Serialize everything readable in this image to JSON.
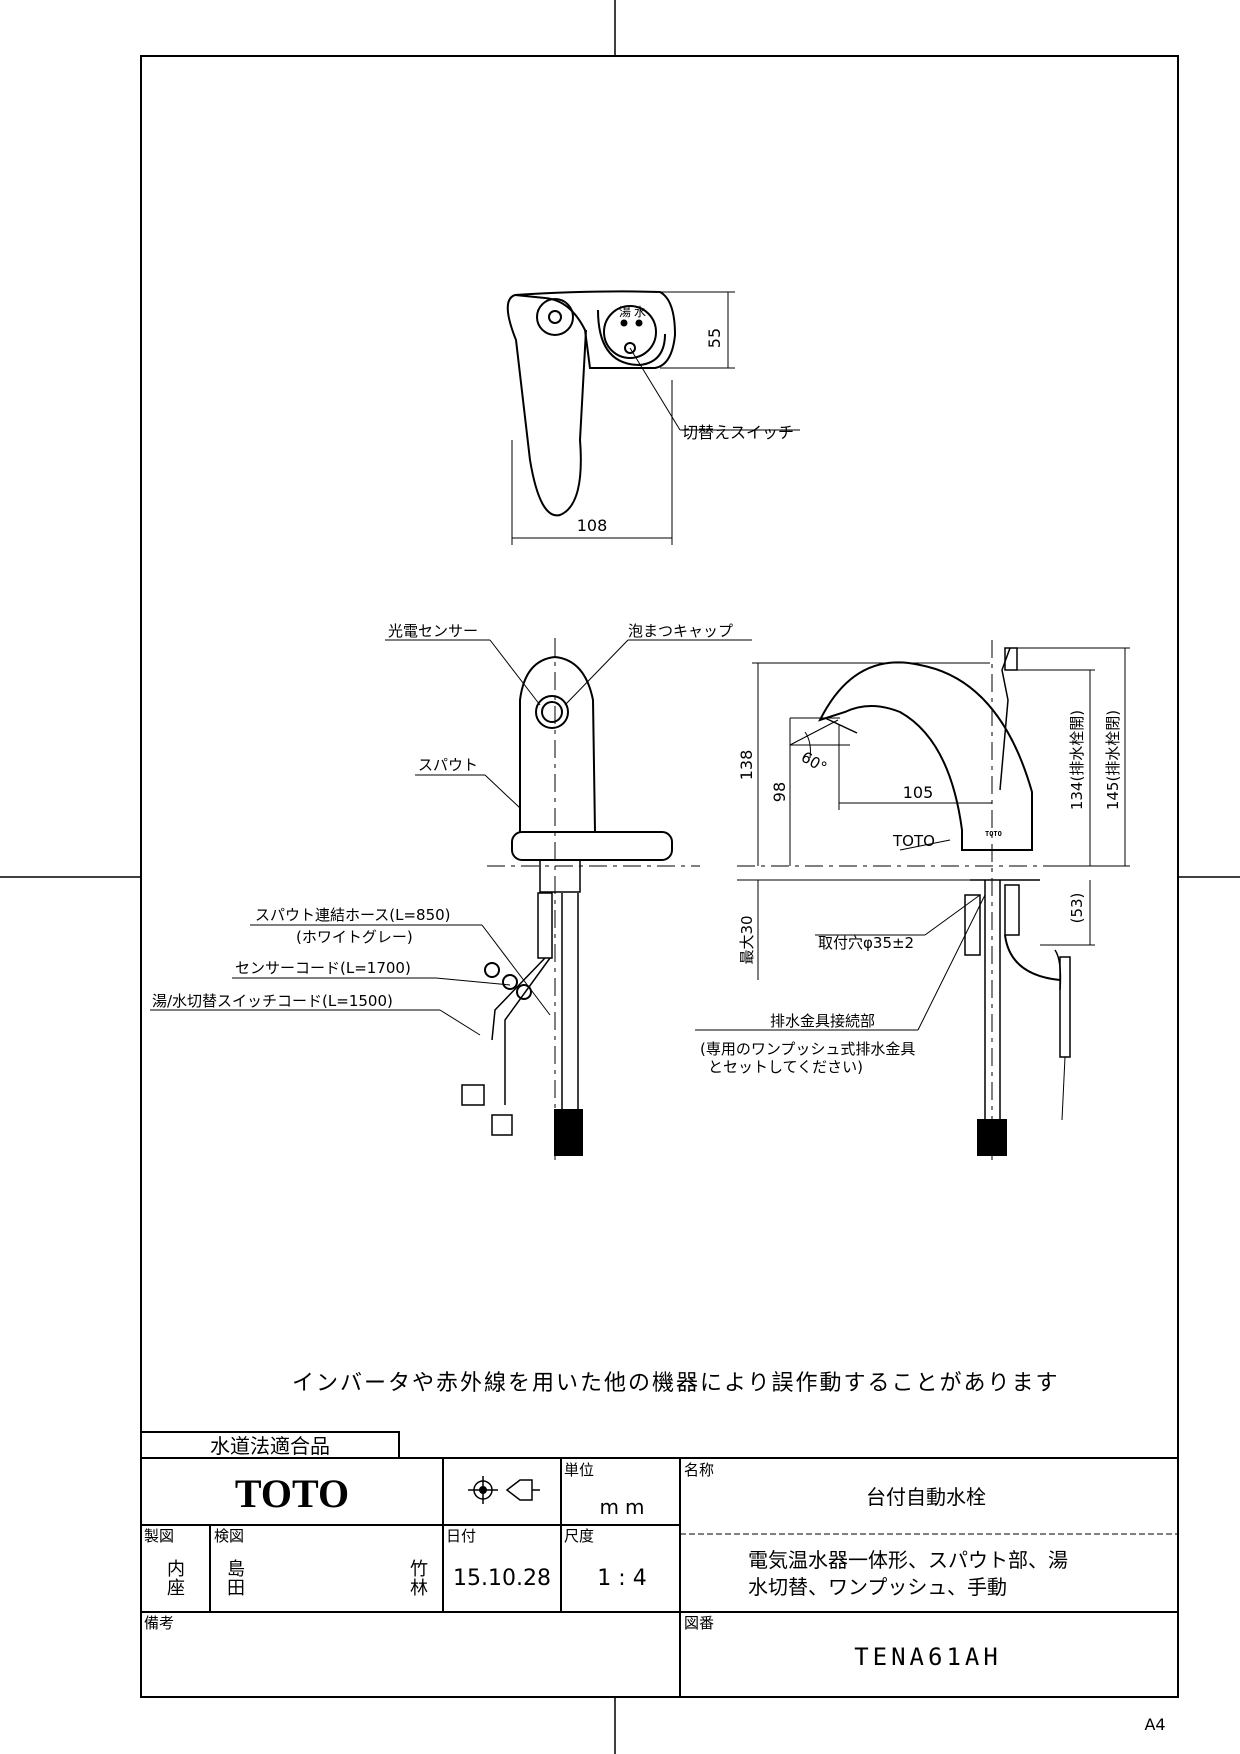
{
  "note": "インバータや赤外線を用いた他の機器により誤作動することがあります",
  "top_view": {
    "dim_height": "55",
    "dim_width": "108",
    "switch_label": "切替えスイッチ",
    "button_labels": [
      "湯",
      "水"
    ]
  },
  "front_view": {
    "photo_sensor": "光電センサー",
    "aerator_cap": "泡まつキャップ",
    "spout": "スパウト",
    "hose_label": "スパウト連結ホース(L=850)",
    "hose_color": "(ホワイトグレー)",
    "sensor_cord": "センサーコード(L=1700)",
    "switch_cord": "湯/水切替スイッチコード(L=1500)"
  },
  "side_view": {
    "dim_138": "138",
    "dim_98": "98",
    "dim_105": "105",
    "angle": "60°",
    "brand_mark": "TOTO",
    "dim_134": "134(排水栓開)",
    "dim_145": "145(排水栓閉)",
    "dim_53": "(53)",
    "max_30": "最大30",
    "mount_hole": "取付穴φ35±2",
    "drain_connection": "排水金具接続部",
    "drain_note_1": "(専用のワンプッシュ式排水金具",
    "drain_note_2": "とセットしてください)"
  },
  "title_block": {
    "compliance": "水道法適合品",
    "logo": "TOTO",
    "unit_label": "単位",
    "unit_value": "mm",
    "name_label": "名称",
    "name_value": "台付自動水栓",
    "drawn_label": "製図",
    "drawn_name_1": "内",
    "drawn_name_2": "座",
    "checked_label": "検図",
    "checked_name_1": "島",
    "checked_name_2": "田",
    "checked_name_3": "竹",
    "checked_name_4": "林",
    "date_label": "日付",
    "date_value": "15.10.28",
    "scale_label": "尺度",
    "scale_value": "1 : 4",
    "desc_line_1": "電気温水器一体形、スパウト部、湯",
    "desc_line_2": "水切替、ワンプッシュ、手動",
    "remarks_label": "備考",
    "drawing_no_label": "図番",
    "drawing_no_value": "TENA61AH"
  },
  "paper_size": "A4"
}
